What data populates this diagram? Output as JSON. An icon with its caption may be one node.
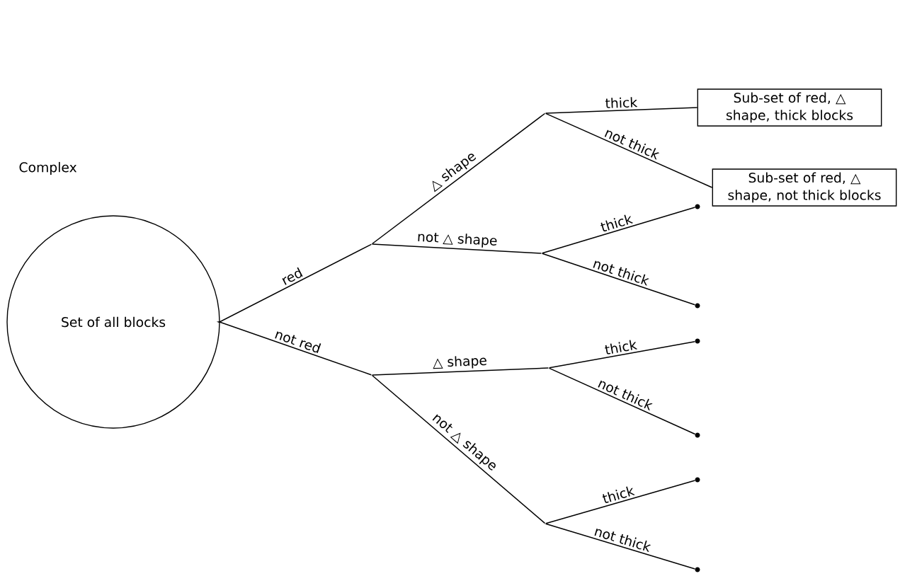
{
  "diagram": {
    "nodes": [
      {
        "text": [
          "Set of all blocks"
        ]
      },
      {
        "text": [],
        "shape": "point"
      },
      {
        "text": [],
        "shape": "point"
      },
      {
        "text": [],
        "shape": "point"
      },
      {
        "text": [],
        "shape": "point"
      },
      {
        "text": [],
        "shape": "point"
      },
      {
        "text": [],
        "shape": "point"
      },
      {
        "text": [
          "Sub-set of red, △ shape, thick blocks"
        ]
      },
      {
        "text": [
          "Sub-set of red, △ shape, not thick blocks"
        ]
      },
      {
        "text": [],
        "shape": "dot"
      },
      {
        "text": [],
        "shape": "dot"
      },
      {
        "text": [],
        "shape": "dot"
      },
      {
        "text": [],
        "shape": "dot"
      },
      {
        "text": [],
        "shape": "dot"
      },
      {
        "text": [],
        "shape": "dot"
      }
    ],
    "edges": [
      {
        "from": 0,
        "to": 1,
        "arrow": "none",
        "label": "red"
      },
      {
        "from": 0,
        "to": 2,
        "arrow": "none",
        "label": "not red"
      },
      {
        "from": 1,
        "to": 3,
        "arrow": "none",
        "label": "△ shape"
      },
      {
        "from": 1,
        "to": 4,
        "arrow": "none",
        "label": "not △ shape"
      },
      {
        "from": 2,
        "to": 5,
        "arrow": "none",
        "label": "△ shape"
      },
      {
        "from": 2,
        "to": 6,
        "arrow": "none",
        "label": "not △ shape"
      },
      {
        "from": 3,
        "to": 7,
        "arrow": "none",
        "label": "thick"
      },
      {
        "from": 3,
        "to": 8,
        "arrow": "none",
        "label": "not thick"
      },
      {
        "from": 4,
        "to": 9,
        "arrow": "none",
        "label": "thick"
      },
      {
        "from": 4,
        "to": 10,
        "arrow": "none",
        "label": "not thick"
      },
      {
        "from": 5,
        "to": 11,
        "arrow": "none",
        "label": "thick"
      },
      {
        "from": 5,
        "to": 12,
        "arrow": "none",
        "label": "not thick"
      },
      {
        "from": 6,
        "to": 13,
        "arrow": "none",
        "label": "thick"
      },
      {
        "from": 6,
        "to": 14,
        "arrow": "none",
        "label": "not thick"
      }
    ],
    "labels": [
      "Complex"
    ]
  }
}
